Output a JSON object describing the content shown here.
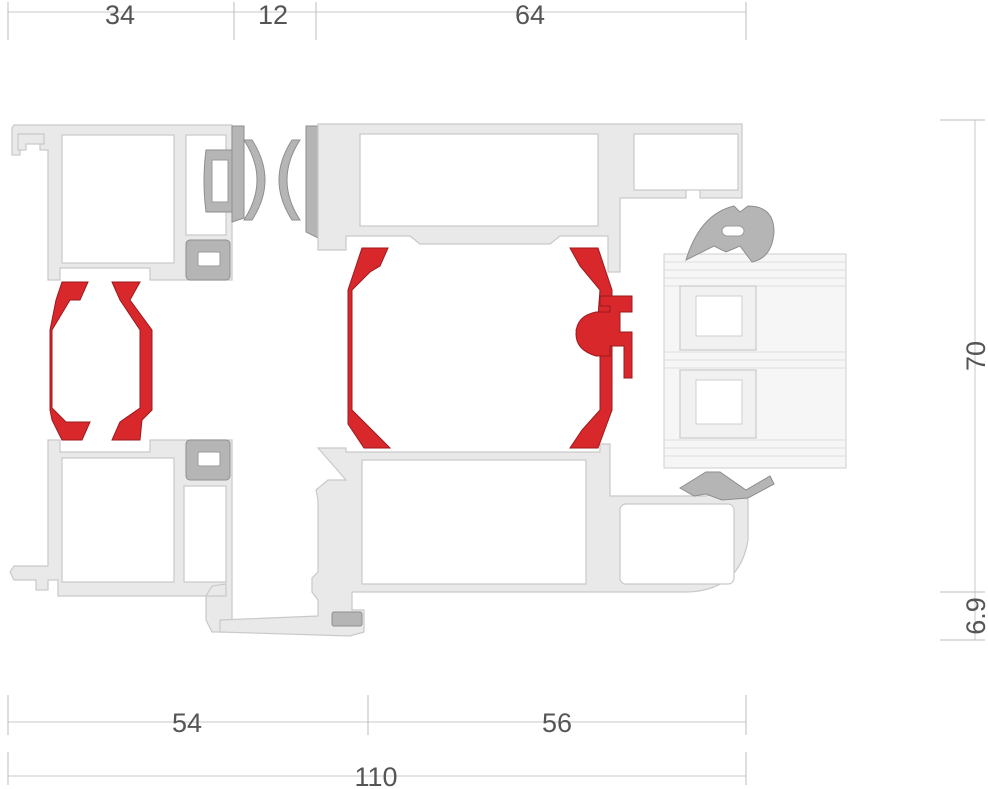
{
  "dimensions": {
    "top": [
      "34",
      "12",
      "64"
    ],
    "bottom": [
      "54",
      "56"
    ],
    "overall": "110",
    "right_height": "70",
    "right_small": "6.9"
  },
  "colors": {
    "thermal_break": "#d8282c",
    "aluminium": "#e9e9e9",
    "outline": "#c9c9c9",
    "gasket": "#b5b5b5",
    "dimension_text": "#555555"
  }
}
